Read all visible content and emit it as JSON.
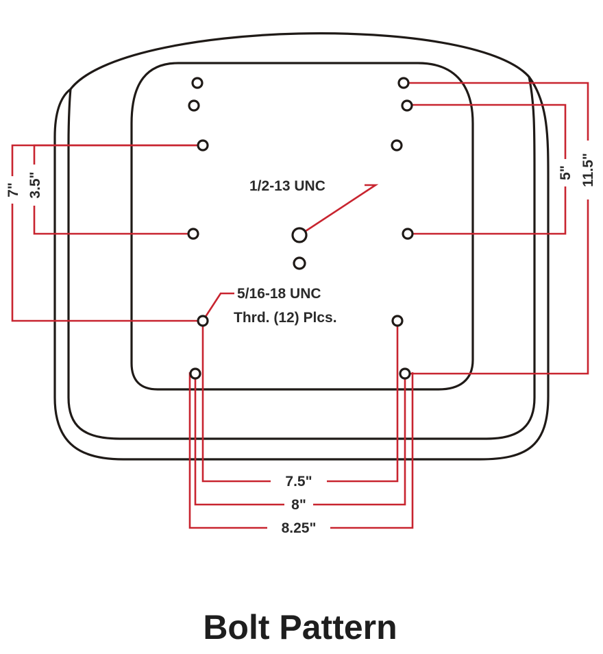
{
  "diagram": {
    "title": "Bolt Pattern",
    "notes": {
      "center_thread": "1/2-13 UNC",
      "bolt_thread_line1": "5/16-18 UNC",
      "bolt_thread_line2": "Thrd. (12) Plcs."
    },
    "dimensions": {
      "d_7_5": "7.5\"",
      "d_8": "8\"",
      "d_8_25": "8.25\"",
      "d_5": "5\"",
      "d_11_5": "11.5\"",
      "d_7": "7\"",
      "d_3_5": "3.5\""
    },
    "colors": {
      "outline": "#1f1a17",
      "dimension_lines": "#c8242f",
      "text": "#2a2a2a"
    }
  }
}
